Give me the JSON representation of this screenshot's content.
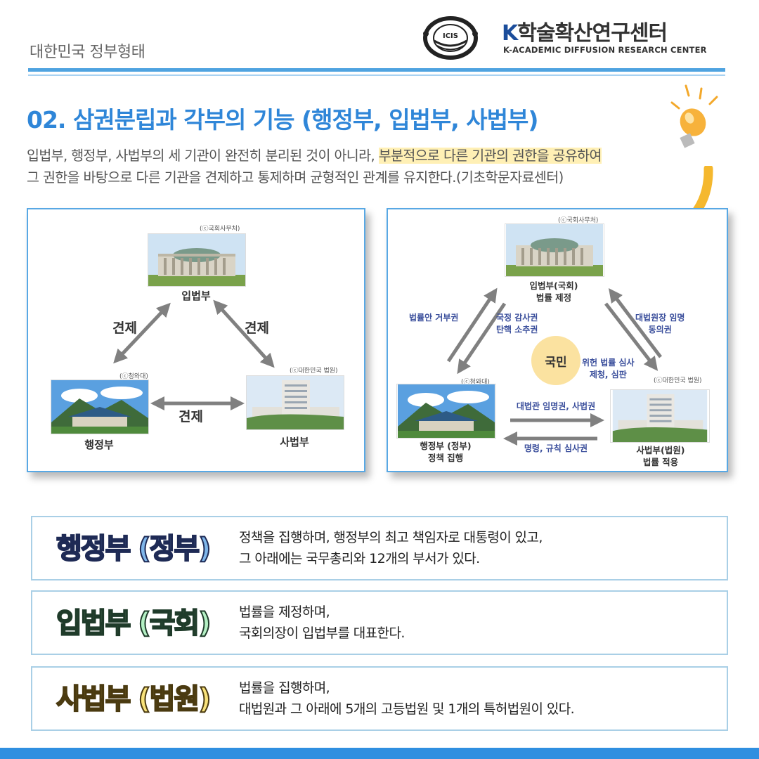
{
  "header": {
    "top_label": "대한민국 정부형태",
    "logo_badge": "ICIS",
    "logo_k": "K",
    "logo_name": "학술확산연구센터",
    "logo_sub": "K-ACADEMIC DIFFUSION RESEARCH CENTER"
  },
  "title": "02. 삼권분립과 각부의 기능 (행정부, 입법부, 사법부)",
  "intro": {
    "part1": "입법부, 행정부, 사법부의 세 기관이 완전히 분리된 것이 아니라, ",
    "highlight": "부분적으로 다른 기관의 권한을 공유하여",
    "part2": " 그 권한을 바탕으로 다른 기관을 견제하고 통제하며 균형적인 관계를 유지한다.(기초학문자료센터)"
  },
  "left_diagram": {
    "legislature_credit": "(ⓒ국회사무처)",
    "legislature": "입법부",
    "executive_credit": "(ⓒ청와대)",
    "executive": "행정부",
    "judiciary_credit": "(ⓒ대한민국 법원)",
    "judiciary": "사법부",
    "check_left": "견제",
    "check_right": "견제",
    "check_bottom": "견제"
  },
  "right_diagram": {
    "legislature_credit": "(ⓒ국회사무처)",
    "legislature_1": "입법부(국회)",
    "legislature_2": "법률 제정",
    "executive_credit": "(ⓒ청와대)",
    "executive_1": "행정부 (정부)",
    "executive_2": "정책 집행",
    "judiciary_credit": "(ⓒ대한민국 법원)",
    "judiciary_1": "사법부(법원)",
    "judiciary_2": "법률 적용",
    "people": "국민",
    "veto": "법률안 거부권",
    "audit_1": "국정 감사권",
    "audit_2": "탄핵 소추권",
    "chief_justice_1": "대법원장 임명",
    "chief_justice_2": "동의권",
    "review_1": "위헌 법률 심사",
    "review_2": "제청, 심판",
    "appoint": "대법관 임명권, 사법권",
    "order_review": "명령, 규칙 심사권"
  },
  "info": [
    {
      "title": "행정부 (정부)",
      "line1": "정책을 집행하며, 행정부의 최고 책임자로 대통령이 있고,",
      "line2": "그 아래에는 국무총리와 12개의 부서가 있다."
    },
    {
      "title": "입법부 (국회)",
      "line1": "법률을 제정하며,",
      "line2": "국회의장이 입법부를 대표한다."
    },
    {
      "title": "사법부 (법원)",
      "line1": "법률을 집행하며,",
      "line2": "대법원과 그 아래에 5개의 고등법원 및 1개의 특허법원이 있다."
    }
  ],
  "colors": {
    "accent": "#2f86d8",
    "rule": "#4fa3e0",
    "highlight": "#fff0b5",
    "arrow": "#f5b82e",
    "label_blue": "#3b4f9c"
  }
}
